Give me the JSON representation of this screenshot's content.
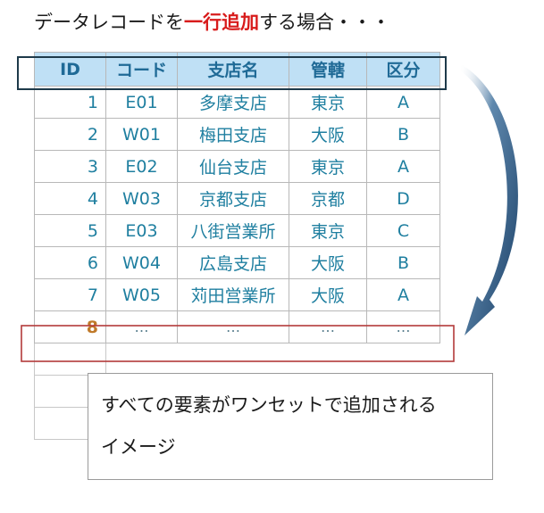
{
  "heading": {
    "prefix": "データレコードを",
    "highlight": "一行追加",
    "suffix": "する場合・・・"
  },
  "table": {
    "headers": [
      "ID",
      "コード",
      "支店名",
      "管轄",
      "区分"
    ],
    "rows": [
      [
        "1",
        "E01",
        "多摩支店",
        "東京",
        "A"
      ],
      [
        "2",
        "W01",
        "梅田支店",
        "大阪",
        "B"
      ],
      [
        "3",
        "E02",
        "仙台支店",
        "東京",
        "A"
      ],
      [
        "4",
        "W03",
        "京都支店",
        "京都",
        "D"
      ],
      [
        "5",
        "E03",
        "八街営業所",
        "東京",
        "C"
      ],
      [
        "6",
        "W04",
        "広島支店",
        "大阪",
        "B"
      ],
      [
        "7",
        "W05",
        "苅田営業所",
        "大阪",
        "A"
      ]
    ],
    "new_row": [
      "8",
      "…",
      "…",
      "…",
      "…"
    ]
  },
  "caption": {
    "line1": "すべての要素がワンセットで追加される",
    "line2": "イメージ"
  },
  "colors": {
    "header_fill": "#bfe0f5",
    "header_outline": "#1e3a4a",
    "new_row_outline": "#b33a3a",
    "highlight_text": "#d81b1b",
    "arrow": "#1f4f7a"
  }
}
